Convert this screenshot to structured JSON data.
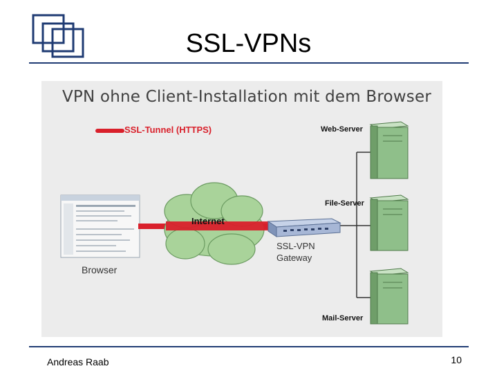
{
  "slide": {
    "title": "SSL-VPNs",
    "author": "Andreas Raab",
    "page_number": "10"
  },
  "figure": {
    "title": "VPN ohne Client-Installation mit dem Browser",
    "legend_label": "SSL-Tunnel (HTTPS)",
    "browser_label": "Browser",
    "internet_label": "Internet",
    "gateway_label_line1": "SSL-VPN",
    "gateway_label_line2": "Gateway",
    "servers": [
      {
        "label": "Web-Server"
      },
      {
        "label": "File-Server"
      },
      {
        "label": "Mail-Server"
      }
    ]
  },
  "colors": {
    "tunnel": "#d9202b",
    "rule": "#1f3b73",
    "server_green": "#8fbf8a",
    "cloud_green": "#a9d39a"
  },
  "icons": [
    "logo-squares-icon",
    "browser-window-icon",
    "cloud-icon",
    "gateway-switch-icon",
    "server-tower-icon"
  ]
}
